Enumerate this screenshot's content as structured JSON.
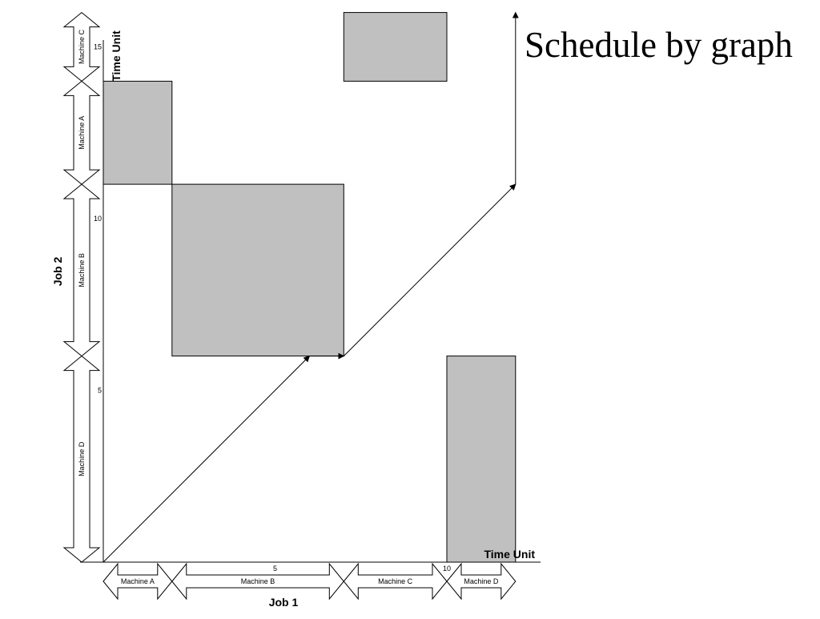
{
  "title": "Schedule by graph",
  "colors": {
    "block_fill": "#c0c0c0",
    "stroke": "#000000",
    "background": "#ffffff"
  },
  "x_axis": {
    "label": "Time Unit",
    "job_label": "Job 1",
    "ticks": [
      {
        "value": 5,
        "label": "5"
      },
      {
        "value": 10,
        "label": "10"
      }
    ],
    "operations": [
      {
        "machine": "Machine A",
        "start": 0,
        "end": 2
      },
      {
        "machine": "Machine B",
        "start": 2,
        "end": 7
      },
      {
        "machine": "Machine C",
        "start": 7,
        "end": 10
      },
      {
        "machine": "Machine D",
        "start": 10,
        "end": 12
      }
    ]
  },
  "y_axis": {
    "label": "Time Unit",
    "job_label": "Job 2",
    "ticks": [
      {
        "value": 5,
        "label": "5"
      },
      {
        "value": 10,
        "label": "10"
      },
      {
        "value": 15,
        "label": "15"
      }
    ],
    "operations": [
      {
        "machine": "Machine D",
        "start": 0,
        "end": 6
      },
      {
        "machine": "Machine B",
        "start": 6,
        "end": 11
      },
      {
        "machine": "Machine A",
        "start": 11,
        "end": 14
      },
      {
        "machine": "Machine C",
        "start": 14,
        "end": 16
      }
    ]
  },
  "conflict_blocks": [
    {
      "machine": "Machine A",
      "x": [
        0,
        2
      ],
      "y": [
        11,
        14
      ]
    },
    {
      "machine": "Machine B",
      "x": [
        2,
        7
      ],
      "y": [
        6,
        11
      ]
    },
    {
      "machine": "Machine C",
      "x": [
        7,
        10
      ],
      "y": [
        14,
        16
      ]
    },
    {
      "machine": "Machine D",
      "x": [
        10,
        12
      ],
      "y": [
        0,
        6
      ]
    }
  ],
  "schedule_path": [
    {
      "x": 0,
      "y": 0
    },
    {
      "x": 6,
      "y": 6
    },
    {
      "x": 7,
      "y": 6
    },
    {
      "x": 12,
      "y": 11
    },
    {
      "x": 12,
      "y": 16
    }
  ]
}
